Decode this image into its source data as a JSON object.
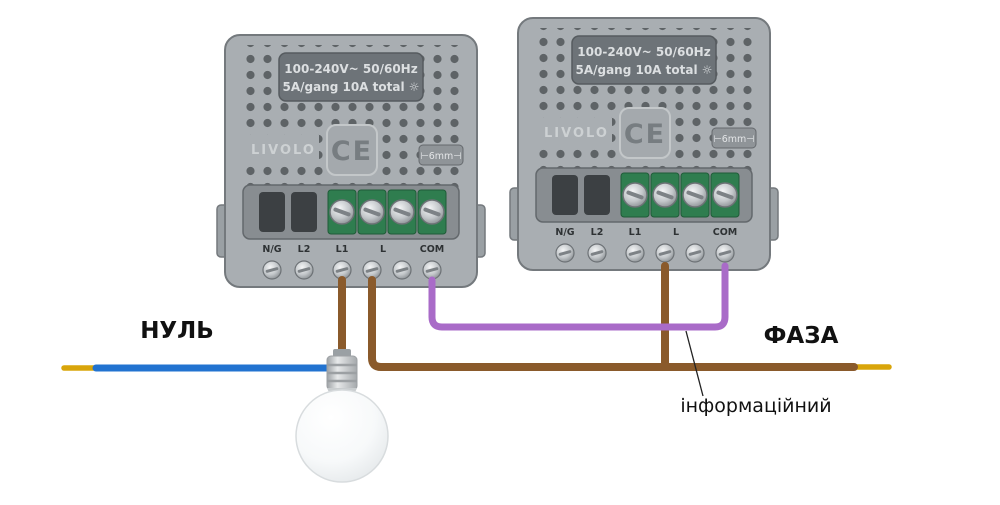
{
  "wire_labels": {
    "neutral": "НУЛЬ",
    "phase": "ФАЗА",
    "info": "інформаційний"
  },
  "modules": [
    {
      "rating_line1": "100-240V~  50/60Hz",
      "rating_line2": "5A/gang 10A total ☼",
      "brand": "LIVOLO",
      "ce": "CE",
      "gauge": "⊢6mm⊣",
      "terminals": [
        "N/G",
        "L2",
        "L1",
        "L",
        "COM"
      ]
    },
    {
      "rating_line1": "100-240V~  50/60Hz",
      "rating_line2": "5A/gang 10A total ☼",
      "brand": "LIVOLO",
      "ce": "CE",
      "gauge": "⊢6mm⊣",
      "terminals": [
        "N/G",
        "L2",
        "L1",
        "L",
        "COM"
      ]
    }
  ],
  "colors": {
    "neutral_wire": "#2273d0",
    "phase_wire": "#8a5a2b",
    "info_wire": "#a96bc8",
    "bare_wire_tip": "#d9a50a"
  }
}
